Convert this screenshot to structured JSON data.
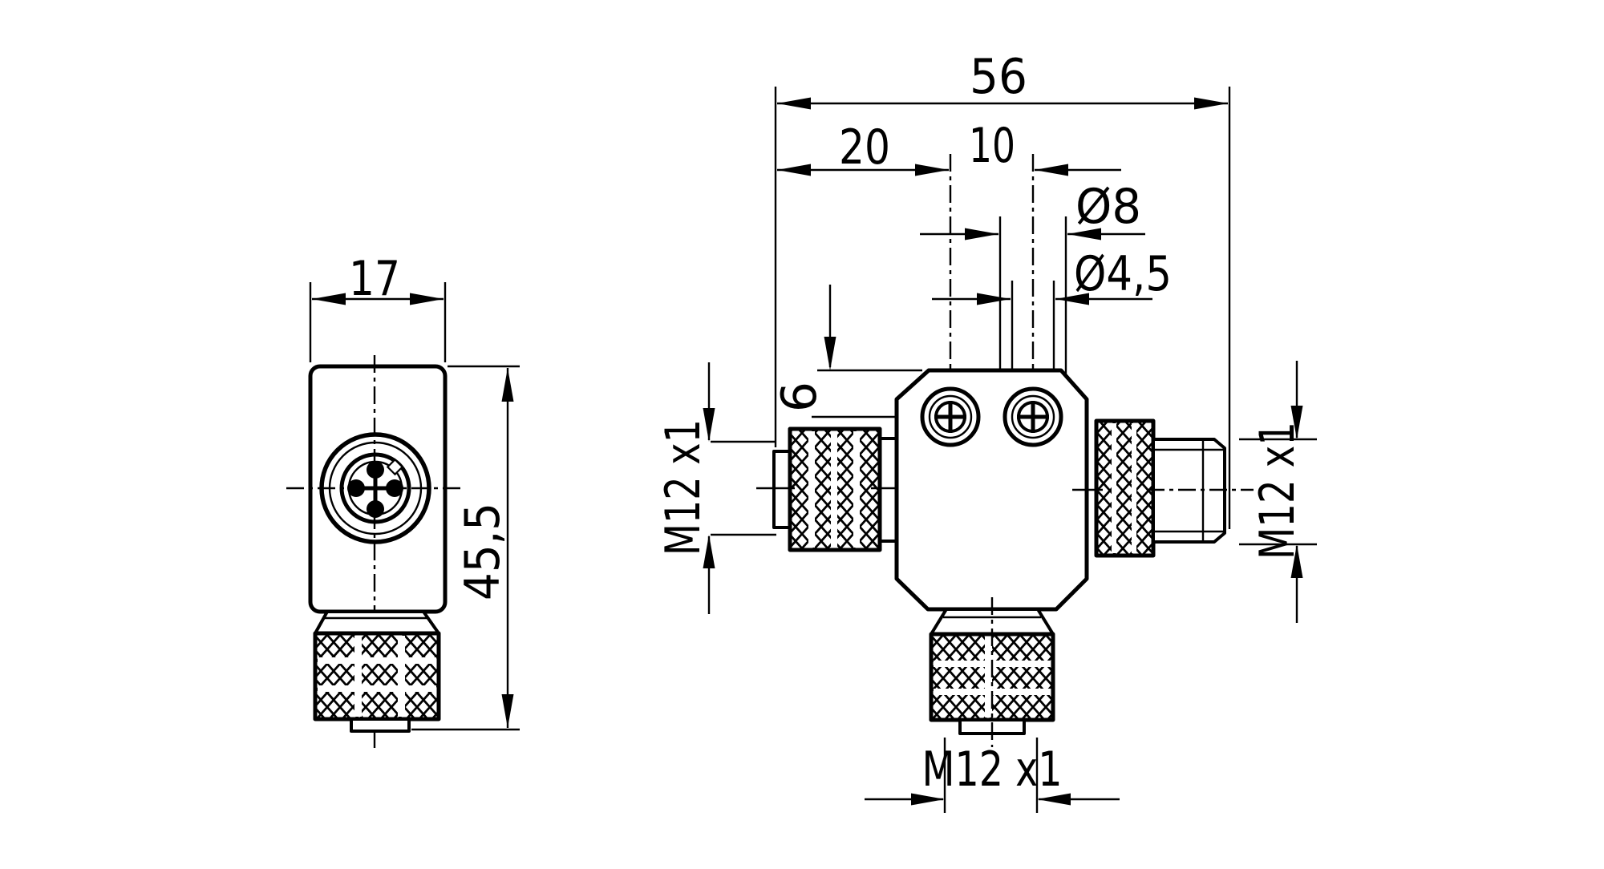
{
  "drawing": {
    "type": "technical-dimension-drawing",
    "colors": {
      "background": "#ffffff",
      "line": "#000000"
    }
  },
  "labels": {
    "side_width": "17",
    "side_height": "45,5",
    "overall_width": "56",
    "screw_offset": "20",
    "screw_spacing": "10",
    "counterbore_dia": "Ø8",
    "thru_hole_dia": "Ø4,5",
    "screw_center_depth": "6",
    "thread_left": "M12 x1",
    "thread_right": "M12 x1",
    "thread_bottom": "M12 x1"
  }
}
